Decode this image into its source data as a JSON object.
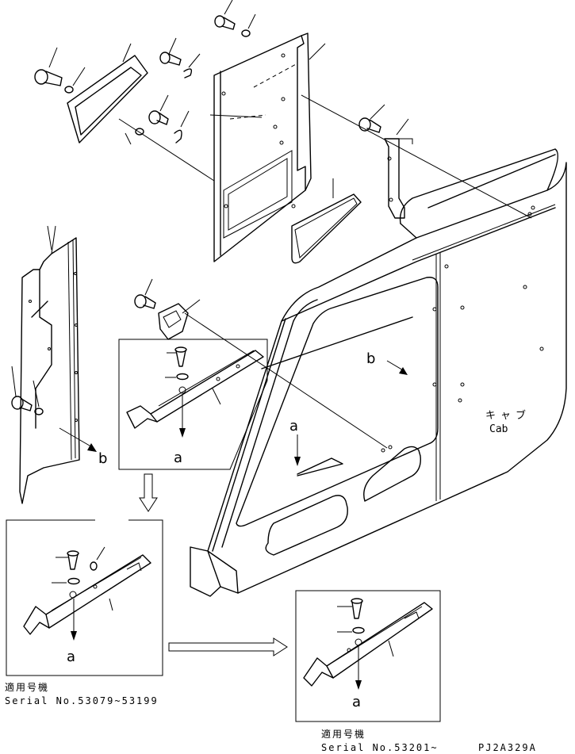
{
  "labels": {
    "cab_jp": "キャブ",
    "cab_en": "Cab",
    "point_a": "a",
    "point_b": "b",
    "serial_block_1_title": "適用号機",
    "serial_block_1_range": "Serial No.53079~53199",
    "serial_block_2_title": "適用号機",
    "serial_block_2_range": "Serial No.53201~",
    "figure_code": "PJ2A329A"
  }
}
